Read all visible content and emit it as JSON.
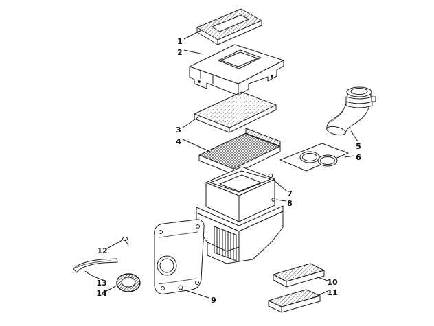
{
  "diagram": {
    "background_color": "#ffffff",
    "line_color": "#1b1b1b",
    "labels": [
      {
        "num": "1"
      },
      {
        "num": "2"
      },
      {
        "num": "3"
      },
      {
        "num": "4"
      },
      {
        "num": "5"
      },
      {
        "num": "6"
      },
      {
        "num": "7"
      },
      {
        "num": "8"
      },
      {
        "num": "9"
      },
      {
        "num": "10"
      },
      {
        "num": "11"
      },
      {
        "num": "12"
      },
      {
        "num": "13"
      },
      {
        "num": "14"
      }
    ]
  }
}
